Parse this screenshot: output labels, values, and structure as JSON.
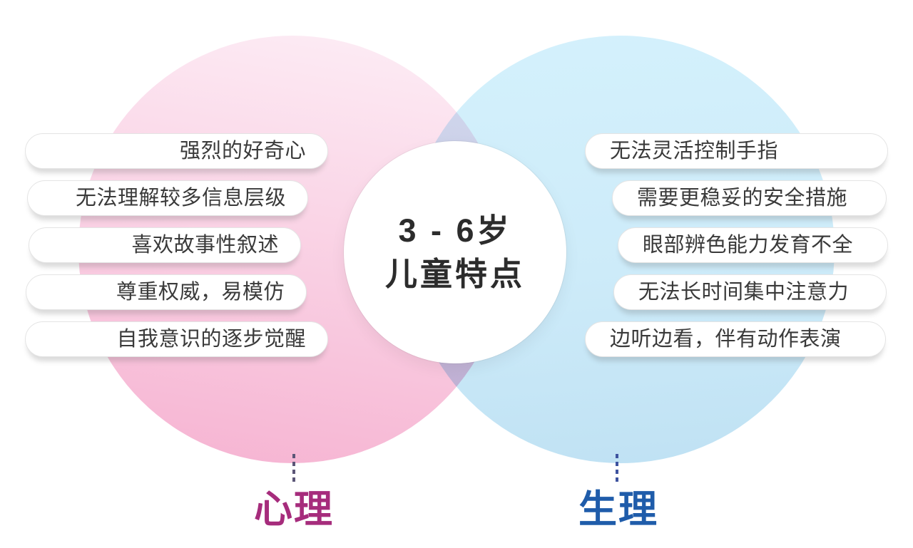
{
  "center": {
    "title_line1": "3 - 6岁",
    "title_line2": "儿童特点"
  },
  "left_group": {
    "label": "心理",
    "accent_color": "#a62c7c",
    "items": [
      "强烈的好奇心",
      "无法理解较多信息层级",
      "喜欢故事性叙述",
      "尊重权威，易模仿",
      "自我意识的逐步觉醒"
    ]
  },
  "right_group": {
    "label": "生理",
    "accent_color": "#1f5caa",
    "items": [
      "无法灵活控制手指",
      "需要更稳妥的安全措施",
      "眼部辨色能力发育不全",
      "无法长时间集中注意力",
      "边听边看，伴有动作表演"
    ]
  },
  "colors": {
    "pink_circle_top": "#fdeef6",
    "pink_circle_bottom": "#f6b2d1",
    "blue_circle_top": "#d4f1fc",
    "blue_circle_bottom": "#bfe1f3",
    "title_text": "#2c2c2c",
    "pill_text": "#3a3a3a",
    "left_dash_color": "#5c5677",
    "right_dash_color": "#3e539f"
  }
}
